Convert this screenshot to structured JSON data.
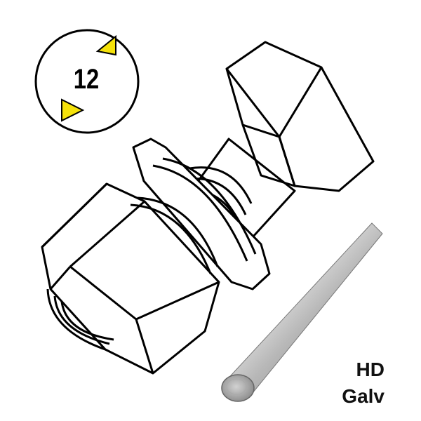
{
  "product": {
    "size_label": "12",
    "finish_line1": "HD",
    "finish_line2": "Galv"
  },
  "colors": {
    "outline": "#000000",
    "marker": "#f5e20a",
    "rod_light": "#e8e8e8",
    "rod_dark": "#6e6e6e"
  },
  "icons": [
    "size-badge-icon",
    "size-arrow-icon",
    "bolt-illustration",
    "nut-illustration",
    "washer-illustration",
    "threaded-rod-image"
  ]
}
